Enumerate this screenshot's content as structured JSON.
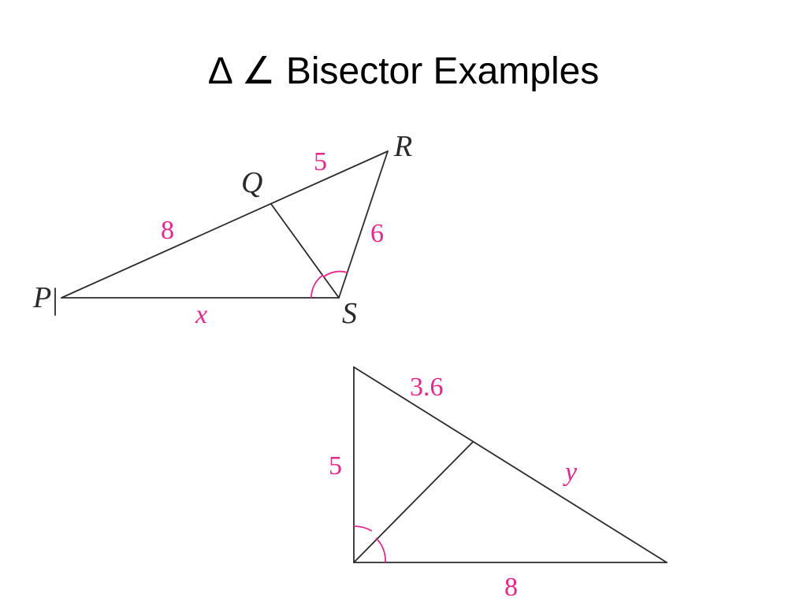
{
  "slide": {
    "title": "Δ ∠ Bisector Examples"
  },
  "colors": {
    "line": "#2b2b2b",
    "vertex_label": "#2a2a2a",
    "measure_label": "#e6288a",
    "angle_arc": "#e6288a"
  },
  "diagram1": {
    "vertices": {
      "P": "P",
      "Q": "Q",
      "R": "R",
      "S": "S"
    },
    "labels": {
      "PQ": "8",
      "QR": "5",
      "RS": "6",
      "PS": "x"
    }
  },
  "diagram2": {
    "labels": {
      "hyp_top": "3.6",
      "hyp_bottom": "y",
      "left": "5",
      "bottom": "8"
    }
  }
}
